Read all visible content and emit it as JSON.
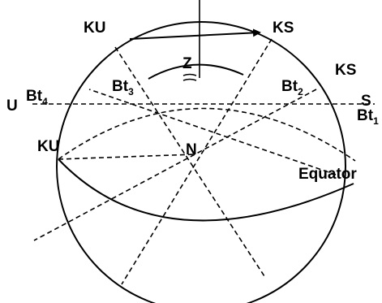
{
  "labels": {
    "ku_top": "KU",
    "ks_top": "KS",
    "ks_right": "KS",
    "u": "U",
    "s": "S",
    "ku_left": "KU",
    "n": "N",
    "equator": "Equator",
    "z": "Z",
    "bt1": {
      "base": "Bt",
      "sub": "1"
    },
    "bt2": {
      "base": "Bt",
      "sub": "2"
    },
    "bt3": {
      "base": "Bt",
      "sub": "3"
    },
    "bt4": {
      "base": "Bt",
      "sub": "4"
    }
  }
}
